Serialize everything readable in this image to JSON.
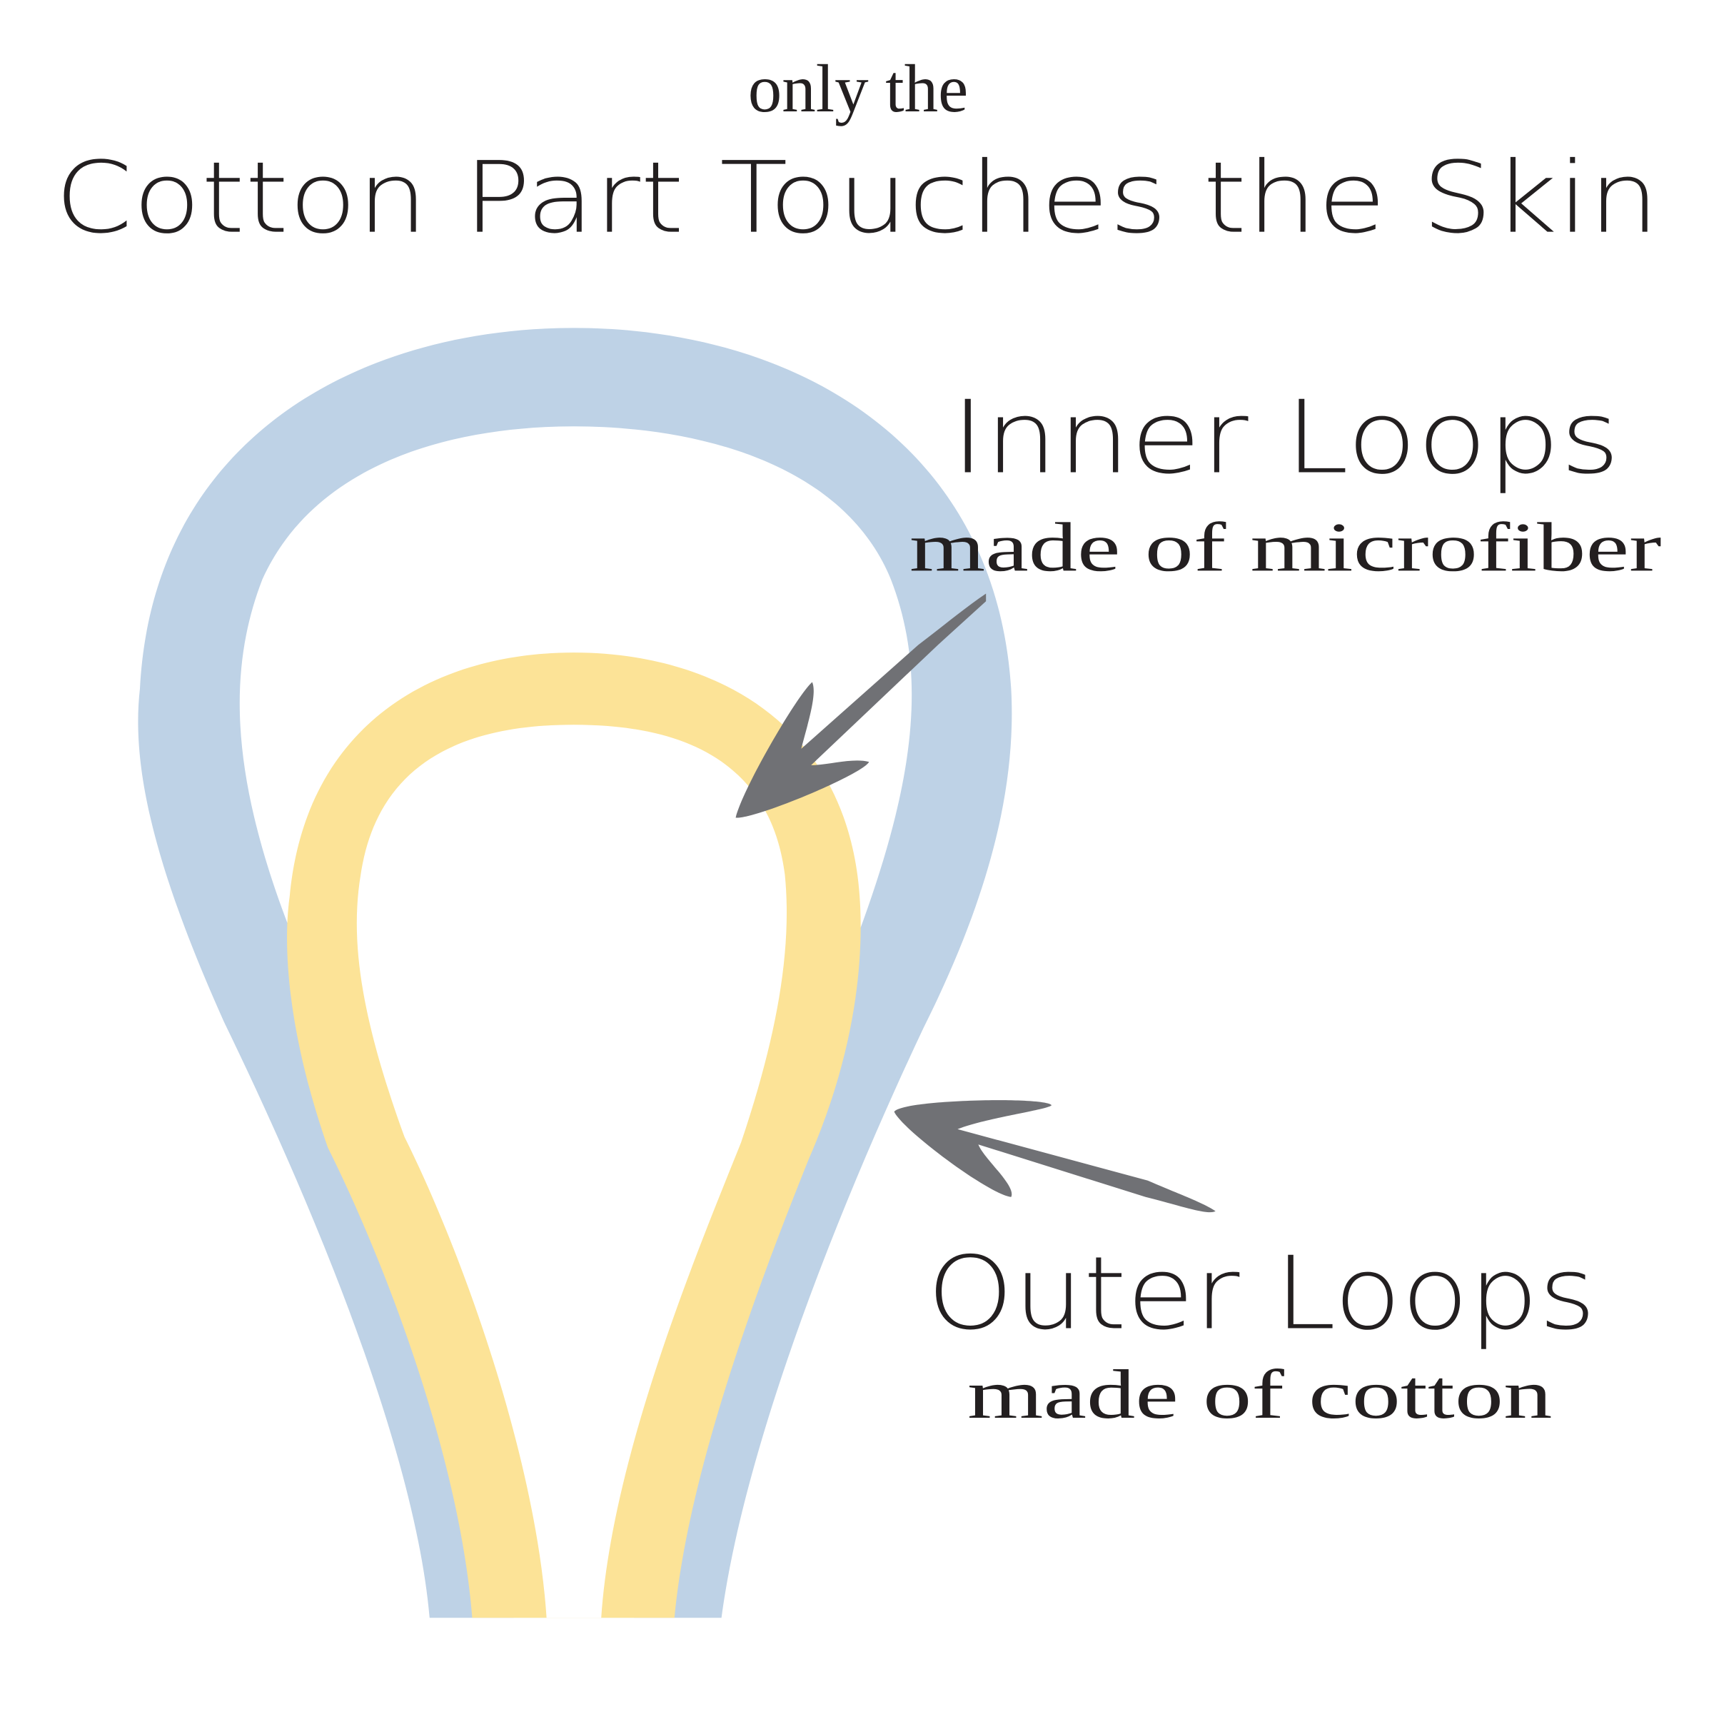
{
  "heading": {
    "pre_title": "only the",
    "title": "Cotton Part Touches the Skin"
  },
  "labels": {
    "inner": {
      "title": "Inner Loops",
      "subtitle": "made of microfiber"
    },
    "outer": {
      "title": "Outer Loops",
      "subtitle": "made of cotton"
    }
  },
  "colors": {
    "inner_loop": "#bed2e6",
    "outer_loop": "#fce397",
    "arrow": "#707175",
    "text": "#231f20"
  }
}
